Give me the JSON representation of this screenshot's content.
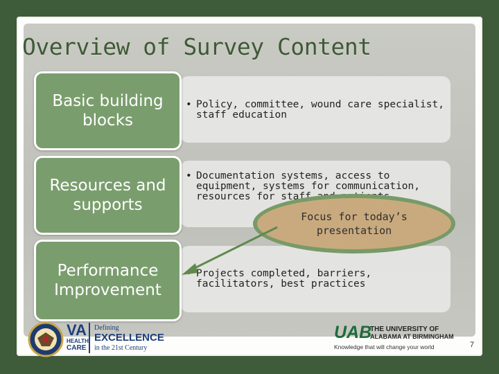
{
  "slide": {
    "title": "Overview of Survey Content",
    "page_number": "7"
  },
  "rows": [
    {
      "label": "Basic building blocks",
      "label_lines": [
        "Basic building",
        "blocks"
      ],
      "bullet": "•",
      "text": "Policy, committee, wound care specialist, staff education"
    },
    {
      "label": "Resources and supports",
      "label_lines": [
        "Resources and",
        "supports"
      ],
      "bullet": "•",
      "text": "Documentation systems, access to equipment, systems for communication, resources for staff and patients"
    },
    {
      "label": "Performance Improvement",
      "label_lines": [
        "Performance",
        "Improvement"
      ],
      "bullet": "•",
      "text": "Projects completed, barriers, facilitators, best practices"
    }
  ],
  "callout": {
    "lines": [
      "Focus for today’s",
      "presentation"
    ]
  },
  "footer": {
    "va": {
      "logo_text": "VA",
      "sub_line1": "HEALTH",
      "sub_line2": "CARE",
      "tagline_top": "Defining",
      "tagline_main": "EXCELLENCE",
      "tagline_bottom": "in the 21st Century"
    },
    "uab": {
      "logo_text": "UAB",
      "line1": "THE UNIVERSITY OF",
      "line2": "ALABAMA AT BIRMINGHAM",
      "motto": "Knowledge that will change your world"
    }
  },
  "colors": {
    "background": "#3e5b3a",
    "label_green": "#7a9d6d",
    "title_green": "#3e5a36",
    "callout_fill": "#c9aa7f",
    "callout_border": "#789a67",
    "arrow": "#5f8a4c"
  }
}
